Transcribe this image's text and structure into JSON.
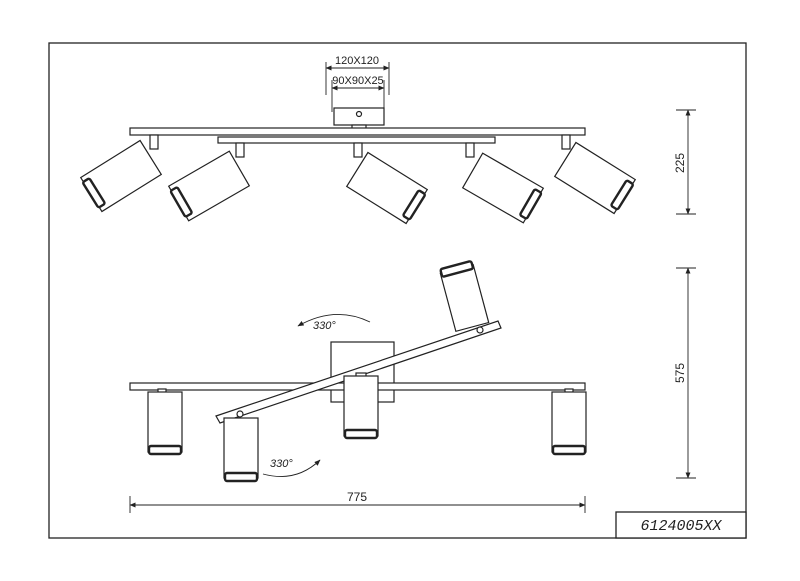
{
  "dimensions": {
    "top_outer": "120X120",
    "top_inner": "90X90X25",
    "height_side": "225",
    "height_front": "575",
    "width_front": "775"
  },
  "rotation": {
    "upper": "330°",
    "lower": "330°"
  },
  "part_number": "6124005XX"
}
